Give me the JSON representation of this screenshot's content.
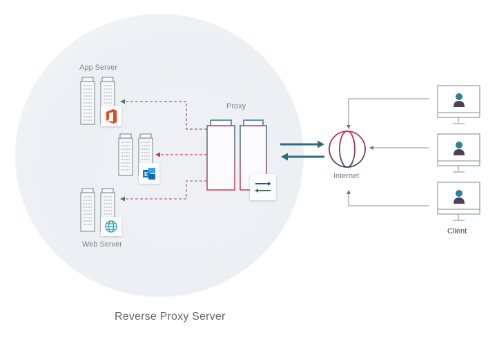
{
  "diagram": {
    "title": "Reverse Proxy Server",
    "nodes": {
      "app_server": {
        "label": "App Server",
        "badge_icon": "office-icon"
      },
      "mail_server": {
        "label": "",
        "badge_icon": "exchange-icon"
      },
      "web_server": {
        "label": "Web Server",
        "badge_icon": "globe-icon"
      },
      "proxy": {
        "label": "Proxy",
        "badge_icon": "swap-arrows-icon"
      },
      "internet": {
        "label": "Internet"
      },
      "client": {
        "label": "Client",
        "count": 3
      }
    },
    "edges": [
      {
        "from": "proxy",
        "to": "app_server",
        "style": "dashed"
      },
      {
        "from": "proxy",
        "to": "mail_server",
        "style": "dashed"
      },
      {
        "from": "proxy",
        "to": "web_server",
        "style": "dashed"
      },
      {
        "from": "proxy",
        "to": "internet",
        "style": "solid-bidirectional"
      },
      {
        "from": "client",
        "to": "internet",
        "style": "solid"
      }
    ],
    "colors": {
      "accent_red": "#c8374f",
      "accent_teal": "#2e6b7e",
      "gray": "#6d757c",
      "user_blue": "#2f7fa0",
      "user_dark": "#4a4256",
      "office_orange": "#e2491d",
      "exchange_blue": "#1a73c8"
    }
  }
}
